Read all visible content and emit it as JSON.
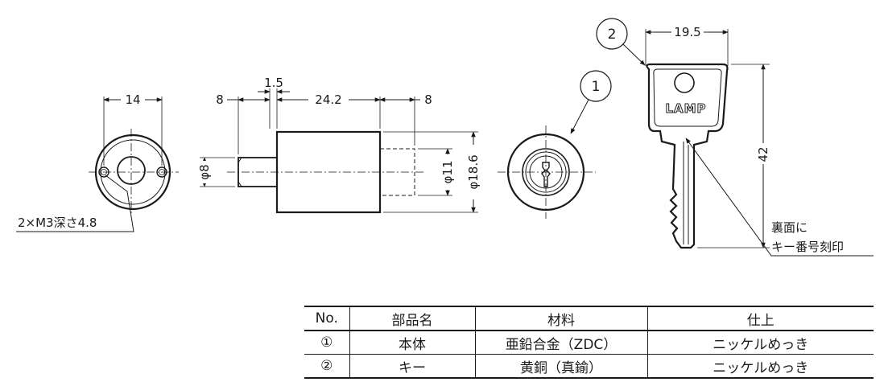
{
  "dimensions": {
    "front_width": "14",
    "shaft_length": "8",
    "flange": "1.5",
    "body_length": "24.2",
    "rear_length": "8",
    "shaft_dia": "φ8",
    "bore_dia": "φ11",
    "body_dia": "φ18.6",
    "key_width": "19.5",
    "key_length": "42"
  },
  "notes": {
    "tapped_holes": "2×M3深さ4.8",
    "engraving_line1": "裏面に",
    "engraving_line2": "キー番号刻印",
    "key_logo": "LAMP"
  },
  "callouts": {
    "body": "1",
    "key": "2"
  },
  "table": {
    "headers": [
      "No.",
      "部品名",
      "材料",
      "仕上"
    ],
    "rows": [
      [
        "①",
        "本体",
        "亜鉛合金（ZDC）",
        "ニッケルめっき"
      ],
      [
        "②",
        "キー",
        "黄銅（真鍮）",
        "ニッケルめっき"
      ]
    ]
  }
}
